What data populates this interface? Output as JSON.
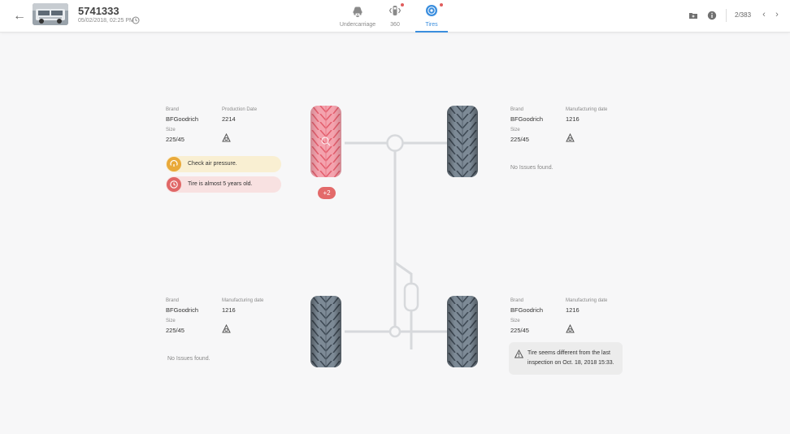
{
  "header": {
    "vehicle_id": "5741333",
    "datetime": "05/02/2018, 02:25 PM",
    "tabs": [
      {
        "label": "Undercarriage",
        "icon": "car-underside-icon"
      },
      {
        "label": "360",
        "icon": "car-360-icon"
      },
      {
        "label": "Tires",
        "icon": "tire-icon"
      }
    ],
    "active_tab": "Tires",
    "pager": "2/383"
  },
  "tires": {
    "front_left": {
      "brand_label": "Brand",
      "brand": "BFGoodrich",
      "date_label": "Production Date",
      "date": "2214",
      "size_label": "Size",
      "size": "225/45",
      "alerts": [
        {
          "text": "Check air pressure."
        },
        {
          "text": "Tire is almost 5 years old."
        }
      ],
      "more": "+2"
    },
    "front_right": {
      "brand_label": "Brand",
      "brand": "BFGoodrich",
      "date_label": "Manufacturing date",
      "date": "1216",
      "size_label": "Size",
      "size": "225/45",
      "status": "No Issues found."
    },
    "rear_left": {
      "brand_label": "Brand",
      "brand": "BFGoodrich",
      "date_label": "Manufacturing date",
      "date": "1216",
      "size_label": "Size",
      "size": "225/45",
      "status": "No Issues found."
    },
    "rear_right": {
      "brand_label": "Brand",
      "brand": "BFGoodrich",
      "date_label": "Manufacturing date",
      "date": "1216",
      "size_label": "Size",
      "size": "225/45",
      "notice_line1": "Tire seems different from the last",
      "notice_line2": "inspection on Oct. 18, 2018 15:33."
    }
  },
  "colors": {
    "accent": "#3b8ede",
    "alert_red": "#e06767",
    "alert_yellow": "#e9a93a",
    "tire_gray": "#7d8a96",
    "tire_highlight": "#f2a0ac"
  }
}
